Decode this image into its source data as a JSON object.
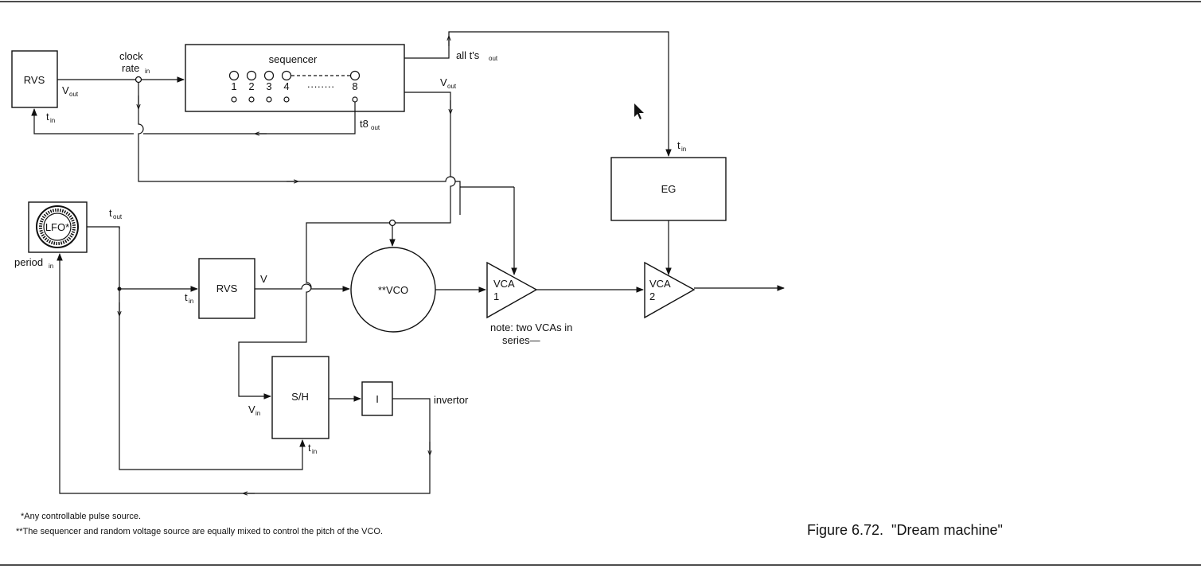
{
  "figure": {
    "caption": "Figure 6.72.  \"Dream machine\"",
    "footnote_1": "*Any controllable pulse source.",
    "footnote_2": "**The sequencer and random voltage source are equally mixed to control the pitch of the VCO."
  },
  "blocks": {
    "rvs_top": "RVS",
    "sequencer": "sequencer",
    "eg": "EG",
    "lfo": "LFO*",
    "rvs_mid": "RVS",
    "vco": "**VCO",
    "vca1": {
      "line1": "VCA",
      "line2": "1"
    },
    "vca2": {
      "line1": "VCA",
      "line2": "2"
    },
    "sh": "S/H",
    "inverter": "I"
  },
  "sequencer_steps": {
    "numbers": [
      "1",
      "2",
      "3",
      "4",
      "8"
    ],
    "dots": "········"
  },
  "labels": {
    "clock": "clock",
    "rate": "rate",
    "rate_sub": "in",
    "v_out_rvs": "V",
    "v_out_rvs_sub": "out",
    "t_in_rvs": "t",
    "t_in_rvs_sub": "in",
    "all_ts": "all t's",
    "all_ts_sub": "out",
    "v_out_seq": "V",
    "v_out_seq_sub": "out",
    "t8": "t8",
    "t8_sub": "out",
    "t_in_eg": "t",
    "t_in_eg_sub": "in",
    "t_out_lfo": "t",
    "t_out_lfo_sub": "out",
    "period": "period",
    "period_sub": "in",
    "v_rvs_mid": "V",
    "t_in_rvs_mid": "t",
    "t_in_rvs_mid_sub": "in",
    "v_in_sh": "V",
    "v_in_sh_sub": "in",
    "t_in_sh": "t",
    "t_in_sh_sub": "in",
    "invertor": "invertor",
    "note_line1": "note: two VCAs in",
    "note_line2": "series—"
  }
}
